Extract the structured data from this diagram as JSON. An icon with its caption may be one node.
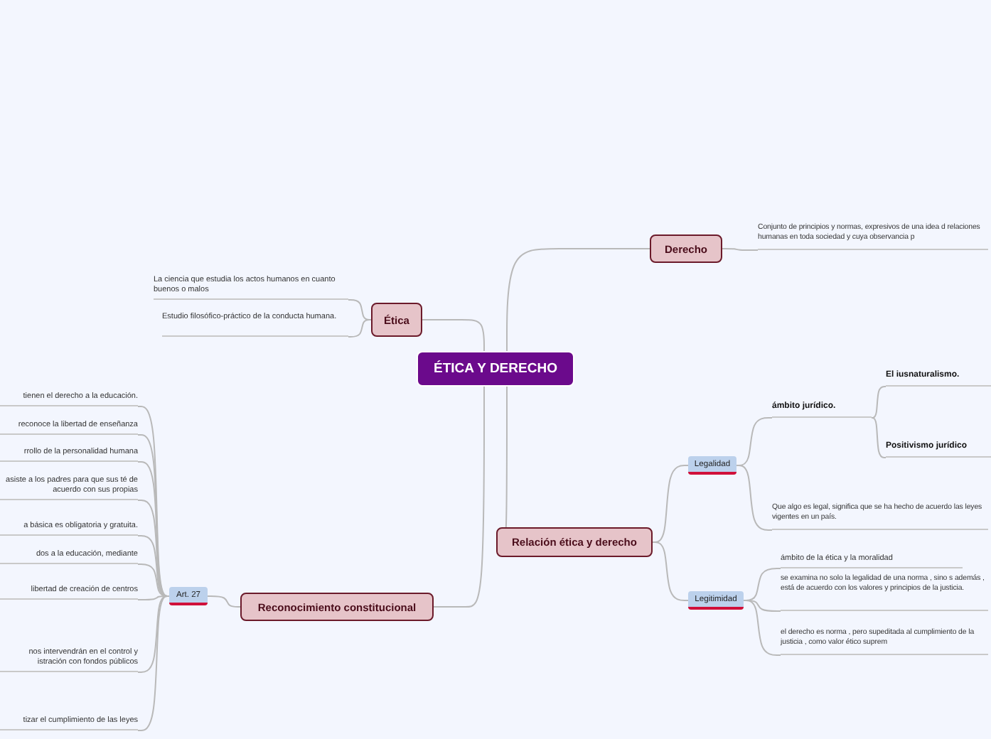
{
  "diagram": {
    "nodes": [
      {
        "text": [
          "ÉTICA Y DERECHO"
        ]
      },
      {
        "text": [
          "Ética"
        ]
      },
      {
        "text": [
          "La ciencia que estudia los actos humanos en cuanto buenos o malos"
        ]
      },
      {
        "text": [
          "Estudio filosófico-práctico de la conducta humana."
        ]
      },
      {
        "text": [
          "Derecho"
        ]
      },
      {
        "text": [
          "Conjunto de principios y normas, expresivos de una idea d relaciones humanas en toda sociedad y cuya observancia p"
        ]
      },
      {
        "text": [
          "Relación ética y derecho"
        ]
      },
      {
        "text": [
          "Legalidad"
        ]
      },
      {
        "text": [
          "ámbito jurídico."
        ]
      },
      {
        "text": [
          "El iusnaturalismo."
        ]
      },
      {
        "text": [
          "Positivismo jurídico"
        ]
      },
      {
        "text": [
          "Que algo es legal, significa que se ha hecho de acuerdo las leyes vigentes en un país."
        ]
      },
      {
        "text": [
          "Legitimidad"
        ]
      },
      {
        "text": [
          "ámbito de la ética y la moralidad"
        ]
      },
      {
        "text": [
          "se examina no solo la legalidad de una norma , sino s además , está de acuerdo con los valores y principios de la justicia."
        ]
      },
      {
        "text": [
          "el derecho es norma , pero supeditada al cumplimiento de la justicia , como valor ético suprem"
        ]
      },
      {
        "text": [
          "Reconocimiento constitucional"
        ]
      },
      {
        "text": [
          "Art. 27"
        ]
      },
      {
        "text": [
          "tienen el derecho a la educación."
        ]
      },
      {
        "text": [
          "reconoce la libertad de enseñanza"
        ]
      },
      {
        "text": [
          "rrollo de la personalidad humana"
        ]
      },
      {
        "text": [
          "asiste a los padres para que sus té de acuerdo con sus propias"
        ]
      },
      {
        "text": [
          "a básica es obligatoria y gratuita."
        ]
      },
      {
        "text": [
          "dos a la educación, mediante"
        ]
      },
      {
        "text": [
          "libertad de creación de centros"
        ]
      },
      {
        "text": [
          "nos intervendrán en el control y istración con fondos públicos"
        ]
      },
      {
        "text": [
          "tizar el cumplimiento de las leyes"
        ]
      }
    ],
    "edges": [
      {
        "from": 0,
        "to": 1,
        "arrow": "none"
      },
      {
        "from": 1,
        "to": 2,
        "arrow": "none"
      },
      {
        "from": 1,
        "to": 3,
        "arrow": "none"
      },
      {
        "from": 0,
        "to": 4,
        "arrow": "none"
      },
      {
        "from": 4,
        "to": 5,
        "arrow": "none"
      },
      {
        "from": 0,
        "to": 6,
        "arrow": "none"
      },
      {
        "from": 6,
        "to": 7,
        "arrow": "none"
      },
      {
        "from": 7,
        "to": 8,
        "arrow": "none"
      },
      {
        "from": 8,
        "to": 9,
        "arrow": "none"
      },
      {
        "from": 8,
        "to": 10,
        "arrow": "none"
      },
      {
        "from": 7,
        "to": 11,
        "arrow": "none"
      },
      {
        "from": 6,
        "to": 12,
        "arrow": "none"
      },
      {
        "from": 12,
        "to": 13,
        "arrow": "none"
      },
      {
        "from": 12,
        "to": 14,
        "arrow": "none"
      },
      {
        "from": 12,
        "to": 15,
        "arrow": "none"
      },
      {
        "from": 0,
        "to": 16,
        "arrow": "none"
      },
      {
        "from": 16,
        "to": 17,
        "arrow": "none"
      },
      {
        "from": 17,
        "to": 18,
        "arrow": "none"
      },
      {
        "from": 17,
        "to": 19,
        "arrow": "none"
      },
      {
        "from": 17,
        "to": 20,
        "arrow": "none"
      },
      {
        "from": 17,
        "to": 21,
        "arrow": "none"
      },
      {
        "from": 17,
        "to": 22,
        "arrow": "none"
      },
      {
        "from": 17,
        "to": 23,
        "arrow": "none"
      },
      {
        "from": 17,
        "to": 24,
        "arrow": "none"
      },
      {
        "from": 17,
        "to": 25,
        "arrow": "none"
      },
      {
        "from": 17,
        "to": 26,
        "arrow": "none"
      }
    ]
  }
}
